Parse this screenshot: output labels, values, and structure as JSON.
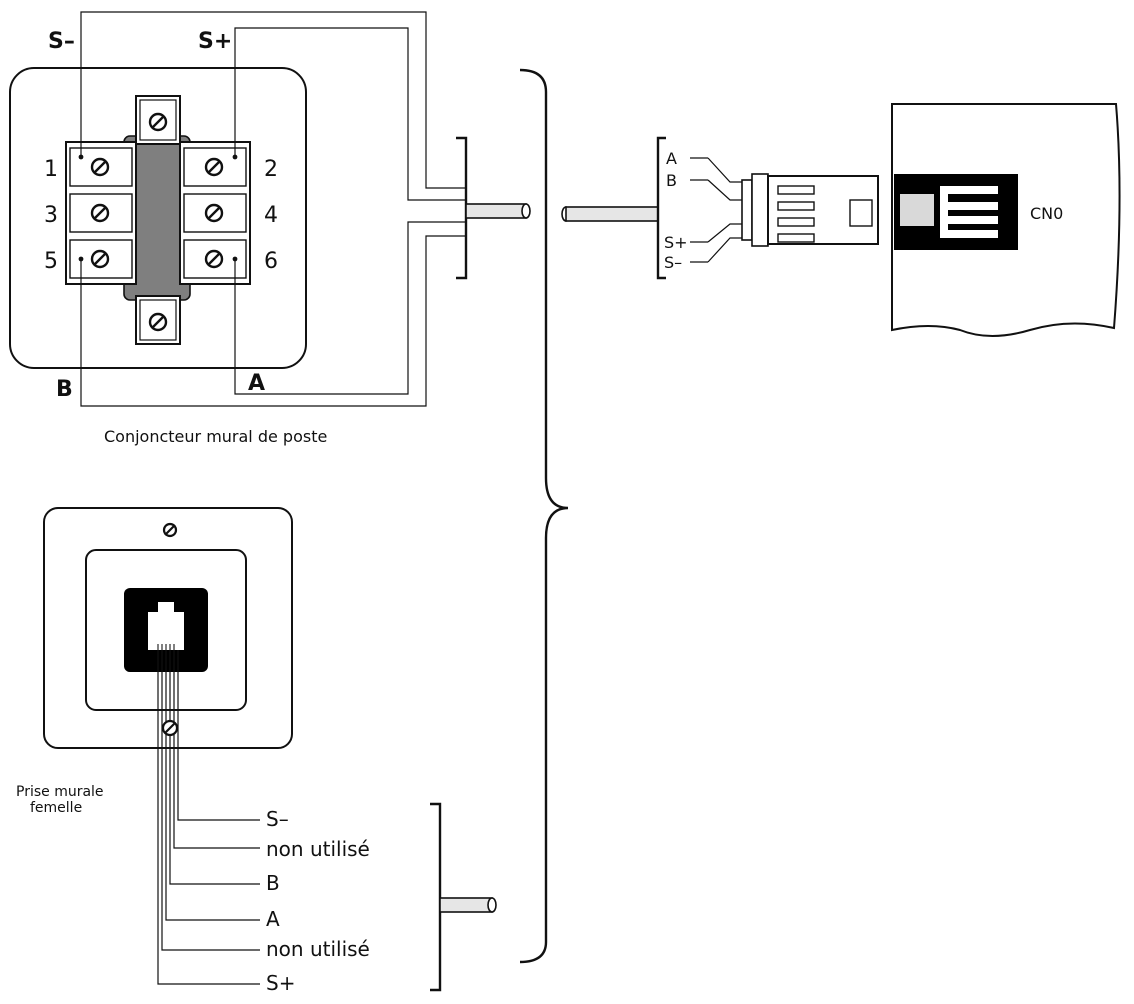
{
  "conjoncteur": {
    "caption": "Conjoncteur mural de poste",
    "label_s_minus": "S–",
    "label_s_plus": "S+",
    "label_b": "B",
    "label_a": "A",
    "terminals": [
      "1",
      "2",
      "3",
      "4",
      "5",
      "6"
    ]
  },
  "connector": {
    "pins": [
      "A",
      "B",
      "S+",
      "S–"
    ],
    "board_label": "CN0"
  },
  "prise": {
    "caption_line1": "Prise murale",
    "caption_line2": "femelle",
    "wires": [
      "S–",
      "non utilisé",
      "B",
      "A",
      "non utilisé",
      "S+"
    ]
  },
  "colors": {
    "stroke": "#111111",
    "grey_bar": "#7f7f7f",
    "cable_fill": "#e6e6e6",
    "black": "#000000"
  }
}
